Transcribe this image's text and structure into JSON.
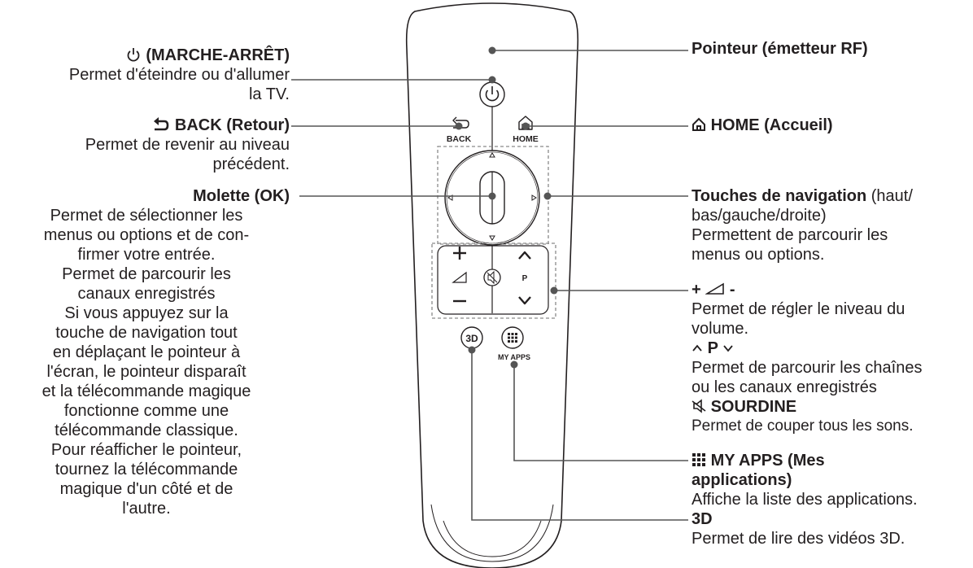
{
  "colors": {
    "ink": "#231f20",
    "line": "#555555",
    "dash": "#8a8a8a",
    "body": "#ffffff"
  },
  "icons": {
    "power": "power-icon",
    "back": "back-arrow-icon",
    "home": "home-icon",
    "mute": "mute-icon",
    "volume": "volume-triangle-icon",
    "apps": "grid-apps-icon",
    "up_arrow": "chevron-up-icon",
    "down_arrow": "chevron-down-icon"
  },
  "remote": {
    "back_label": "BACK",
    "home_label": "HOME",
    "p_label": "P",
    "apps_label": "MY APPS",
    "three_d_label": "3D",
    "plus": "+",
    "minus": "−"
  },
  "left": {
    "power": {
      "title": "(MARCHE-ARRÊT)",
      "lines": [
        "Permet d'éteindre ou d'allumer",
        "la TV."
      ]
    },
    "back": {
      "title": "BACK (Retour)",
      "lines": [
        "Permet de revenir au niveau",
        "précédent."
      ]
    },
    "wheel": {
      "title": "Molette (OK)",
      "lines": [
        "Permet de sélectionner les",
        "menus ou options et de con-",
        "firmer votre entrée.",
        "Permet de parcourir les",
        "canaux enregistrés",
        "Si vous appuyez sur la",
        "touche de navigation tout",
        "en déplaçant le pointeur à",
        "l'écran, le pointeur disparaît",
        "et la télécommande magique",
        "fonctionne comme une",
        "télécommande classique.",
        "Pour réafficher le pointeur,",
        "tournez la télécommande",
        "magique d'un côté et de",
        "l'autre."
      ]
    }
  },
  "right": {
    "pointer": {
      "title": "Pointeur (émetteur RF)"
    },
    "home": {
      "title": "HOME (Accueil)"
    },
    "nav": {
      "title": "Touches de navigation",
      "title_rest": " (haut/",
      "lines": [
        "bas/gauche/droite)",
        "Permettent de parcourir les",
        "menus ou options."
      ]
    },
    "volume": {
      "plus": "+",
      "minus": "-",
      "line1": "Permet de régler le niveau du",
      "line2": "volume."
    },
    "program": {
      "p": "P",
      "line1": "Permet de parcourir les chaînes",
      "line2": "ou les canaux enregistrés"
    },
    "mute": {
      "title": "SOURDINE",
      "line1": "Permet de couper tous les sons."
    },
    "apps": {
      "title1": "MY APPS (Mes",
      "title2": "applications)",
      "line1": "Affiche la liste des applications."
    },
    "three_d": {
      "title": "3D",
      "line1": "Permet de lire des vidéos 3D."
    }
  }
}
